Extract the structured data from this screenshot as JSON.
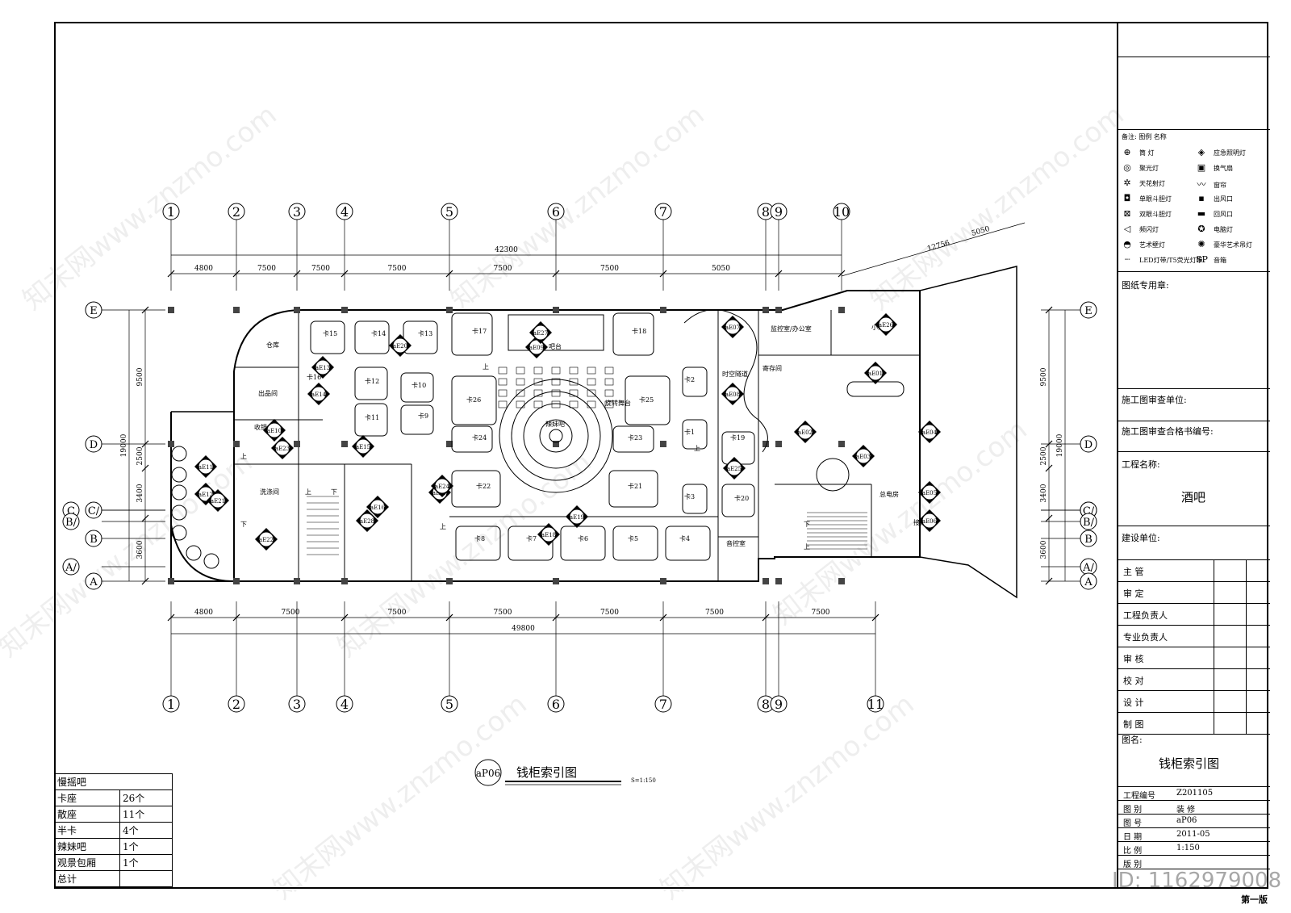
{
  "drawing": {
    "title": "钱柜索引图",
    "index_code": "aP06",
    "scale_note": "S=1:150"
  },
  "axes": {
    "top_numbers": [
      "1",
      "2",
      "3",
      "4",
      "5",
      "6",
      "7",
      "8",
      "9",
      "10"
    ],
    "bottom_numbers": [
      "1",
      "2",
      "3",
      "4",
      "5",
      "6",
      "7",
      "8",
      "9",
      "11"
    ],
    "left_letters": [
      "E",
      "D",
      "C",
      "C/",
      "B/",
      "B",
      "A/",
      "A"
    ],
    "top_dims": [
      "4800",
      "7500",
      "7500",
      "7500",
      "7500",
      "7500",
      "5050"
    ],
    "top_total": "42300",
    "top_diag_dims": [
      "12756",
      "5050"
    ],
    "bottom_dims": [
      "4800",
      "7500",
      "7500",
      "7500",
      "7500",
      "7500",
      "7500"
    ],
    "bottom_total": "49800",
    "left_dims": [
      "9500",
      "2500",
      "3400",
      "3600"
    ],
    "left_total": "19000",
    "right_dims": [
      "9500",
      "2500",
      "3400",
      "3600"
    ],
    "right_total": "19000"
  },
  "rooms": {
    "warehouse": "仓库",
    "goods_room": "出品间",
    "cashier": "收银台",
    "wash_room": "洗涤间",
    "monitor_office": "监控室/办公室",
    "girls_room": "小姐房",
    "storage": "寄存间",
    "time_tunnel": "时空隧道",
    "power_room": "总电房",
    "sound_room": "音控室",
    "reception": "接待台",
    "bar": "吧台",
    "spicy_bar": "辣妹吧",
    "rotating_stage": "旋转舞台",
    "stairs_up": "上",
    "stairs_down": "下"
  },
  "booths": [
    "卡1",
    "卡2",
    "卡3",
    "卡4",
    "卡5",
    "卡6",
    "卡7",
    "卡8",
    "卡9",
    "卡10",
    "卡11",
    "卡12",
    "卡13",
    "卡14",
    "卡15",
    "卡16",
    "卡17",
    "卡18",
    "卡19",
    "卡20",
    "卡21",
    "卡22",
    "卡23",
    "卡24",
    "卡25",
    "卡26"
  ],
  "index_tags": [
    "aE01",
    "aE02",
    "aE03",
    "aE04",
    "aE05",
    "aE06",
    "aE07",
    "aE08",
    "aE09",
    "aE10",
    "aE11",
    "aE12",
    "aE13",
    "aE14",
    "aE15",
    "aE16",
    "aE17",
    "aE18",
    "aE19",
    "aE20",
    "aE21",
    "aE22",
    "aE23",
    "aE24",
    "aE25",
    "aE26",
    "aE27",
    "aE28"
  ],
  "legend": {
    "header": "备注: 图例    名称",
    "items": [
      {
        "sym": "⊕",
        "name": "筒 灯"
      },
      {
        "sym": "◈",
        "name": "应急照明灯"
      },
      {
        "sym": "◎",
        "name": "聚光灯"
      },
      {
        "sym": "▣",
        "name": "换气扇"
      },
      {
        "sym": "✲",
        "name": "天花射灯"
      },
      {
        "sym": "〰",
        "name": "窗帘"
      },
      {
        "sym": "◘",
        "name": "单眼斗胆灯"
      },
      {
        "sym": "▪",
        "name": "出风口"
      },
      {
        "sym": "⊠",
        "name": "双眼斗胆灯"
      },
      {
        "sym": "▬",
        "name": "回风口"
      },
      {
        "sym": "◁",
        "name": "频闪灯"
      },
      {
        "sym": "✪",
        "name": "电脑灯"
      },
      {
        "sym": "◓",
        "name": "艺术壁灯"
      },
      {
        "sym": "✺",
        "name": "豪华艺术吊灯"
      },
      {
        "sym": "┈",
        "name": "LED灯带/T5荧光灯带"
      },
      {
        "sym": "SP",
        "name": "音箱"
      }
    ]
  },
  "title_block": {
    "stamp_label": "图纸专用章:",
    "review_unit": "施工图审查单位:",
    "review_cert": "施工图审查合格书编号:",
    "project_label": "工程名称:",
    "project_name": "酒吧",
    "client_label": "建设单位:",
    "signoff": [
      "主  管",
      "审  定",
      "工程负责人",
      "专业负责人",
      "审  核",
      "校  对",
      "设  计",
      "制  图"
    ],
    "drawing_name_label": "图名:",
    "drawing_name": "钱柜索引图",
    "info": [
      {
        "k": "工程编号",
        "v": "Z201105"
      },
      {
        "k": "图  别",
        "v": "装 修"
      },
      {
        "k": "图  号",
        "v": "aP06"
      },
      {
        "k": "日  期",
        "v": "2011-05"
      },
      {
        "k": "比  例",
        "v": "1:150"
      },
      {
        "k": "版  别",
        "v": ""
      }
    ],
    "edition": "第一版"
  },
  "stats": {
    "header": "慢摇吧",
    "rows": [
      {
        "name": "卡座",
        "count": "26个"
      },
      {
        "name": "散座",
        "count": "11个"
      },
      {
        "name": "半卡",
        "count": "4个"
      },
      {
        "name": "辣妹吧",
        "count": "1个"
      },
      {
        "name": "观景包厢",
        "count": "1个"
      },
      {
        "name": "总计",
        "count": ""
      }
    ]
  },
  "watermark": {
    "text": "知末网www.znzmo.com",
    "id": "ID: 1162979008"
  }
}
